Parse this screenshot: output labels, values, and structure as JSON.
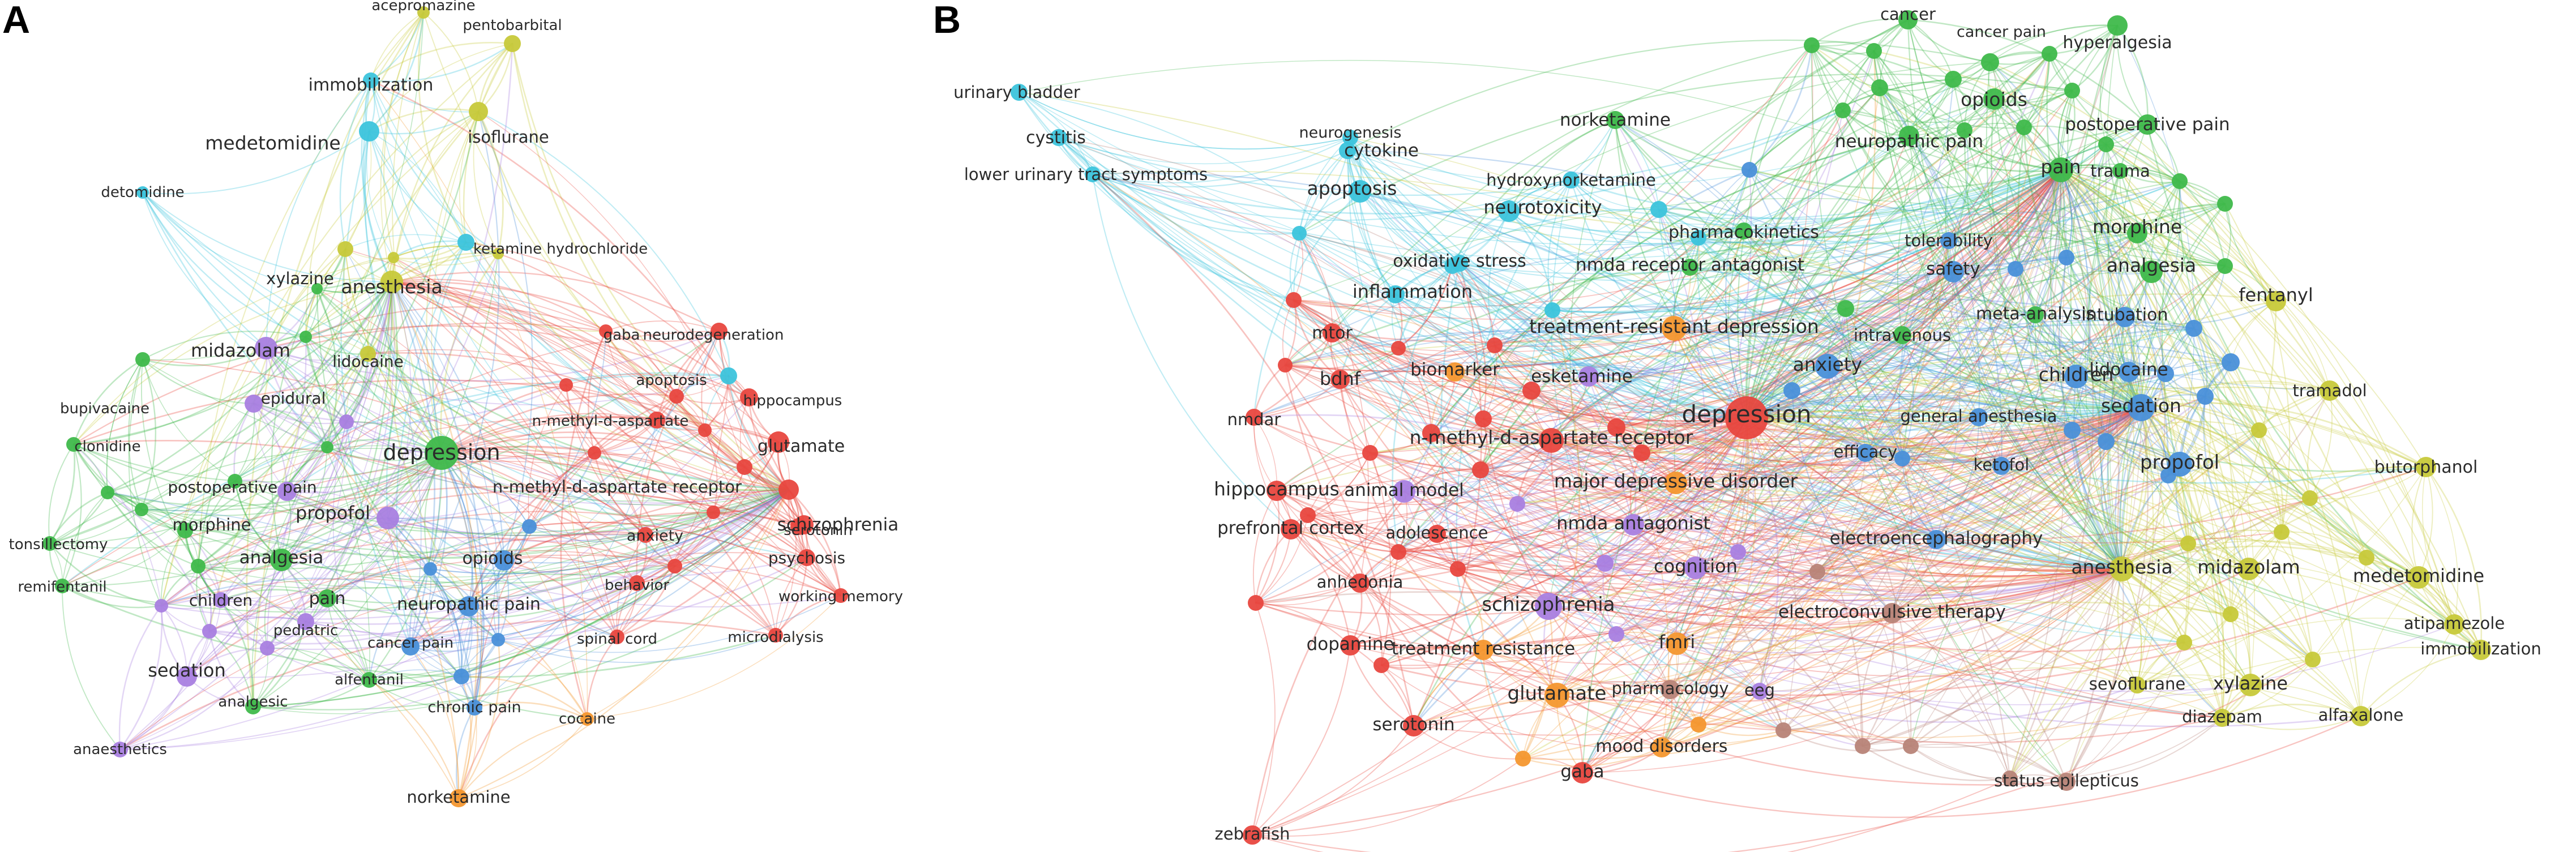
{
  "panels": [
    {
      "letter": "A",
      "nodes": [
        {
          "id": "acepromazine",
          "label": "acepromazine",
          "cluster": "yellow"
        },
        {
          "id": "pentobarbital",
          "label": "pentobarbital",
          "cluster": "yellow"
        },
        {
          "id": "immobilization",
          "label": "immobilization",
          "cluster": "cyan"
        },
        {
          "id": "medetomidine",
          "label": "medetomidine",
          "cluster": "cyan"
        },
        {
          "id": "isoflurane",
          "label": "isoflurane",
          "cluster": "yellow"
        },
        {
          "id": "detomidine",
          "label": "detomidine",
          "cluster": "cyan"
        },
        {
          "id": "ketamine_hcl",
          "label": "ketamine hydrochloride",
          "cluster": "cyan"
        },
        {
          "id": "xylazine",
          "label": "xylazine",
          "cluster": "yellow"
        },
        {
          "id": "anesthesia",
          "label": "anesthesia",
          "cluster": "yellow"
        },
        {
          "id": "midazolam",
          "label": "midazolam",
          "cluster": "purple"
        },
        {
          "id": "lidocaine",
          "label": "lidocaine",
          "cluster": "yellow"
        },
        {
          "id": "gaba",
          "label": "gaba",
          "cluster": "red"
        },
        {
          "id": "neurodegeneration",
          "label": "neurodegeneration",
          "cluster": "red"
        },
        {
          "id": "apoptosis",
          "label": "apoptosis",
          "cluster": "cyan"
        },
        {
          "id": "hippocampus",
          "label": "hippocampus",
          "cluster": "red"
        },
        {
          "id": "bupivacaine",
          "label": "bupivacaine",
          "cluster": "green"
        },
        {
          "id": "epidural",
          "label": "epidural",
          "cluster": "purple"
        },
        {
          "id": "clonidine",
          "label": "clonidine",
          "cluster": "green"
        },
        {
          "id": "depression",
          "label": "depression",
          "cluster": "green"
        },
        {
          "id": "nmda_asp",
          "label": "n-methyl-d-aspartate",
          "cluster": "red"
        },
        {
          "id": "glutamate",
          "label": "glutamate",
          "cluster": "red"
        },
        {
          "id": "nmda_rec",
          "label": "n-methyl-d-aspartate receptor",
          "cluster": "red"
        },
        {
          "id": "postop_pain",
          "label": "postoperative pain",
          "cluster": "purple"
        },
        {
          "id": "propofol",
          "label": "propofol",
          "cluster": "purple"
        },
        {
          "id": "serotonin",
          "label": "serotonin",
          "cluster": "red"
        },
        {
          "id": "schizophrenia",
          "label": "schizophrenia",
          "cluster": "red"
        },
        {
          "id": "tonsillectomy",
          "label": "tonsillectomy",
          "cluster": "green"
        },
        {
          "id": "morphine",
          "label": "morphine",
          "cluster": "green"
        },
        {
          "id": "anxiety",
          "label": "anxiety",
          "cluster": "red"
        },
        {
          "id": "remifentanil",
          "label": "remifentanil",
          "cluster": "green"
        },
        {
          "id": "analgesia",
          "label": "analgesia",
          "cluster": "green"
        },
        {
          "id": "opioids",
          "label": "opioids",
          "cluster": "blue"
        },
        {
          "id": "psychosis",
          "label": "psychosis",
          "cluster": "red"
        },
        {
          "id": "pain",
          "label": "pain",
          "cluster": "green"
        },
        {
          "id": "children",
          "label": "children",
          "cluster": "purple"
        },
        {
          "id": "neuropathic_pain",
          "label": "neuropathic pain",
          "cluster": "blue"
        },
        {
          "id": "behavior",
          "label": "behavior",
          "cluster": "red"
        },
        {
          "id": "working_memory",
          "label": "working memory",
          "cluster": "red"
        },
        {
          "id": "pediatric",
          "label": "pediatric",
          "cluster": "purple"
        },
        {
          "id": "cancer_pain",
          "label": "cancer pain",
          "cluster": "blue"
        },
        {
          "id": "sedation",
          "label": "sedation",
          "cluster": "purple"
        },
        {
          "id": "spinal_cord",
          "label": "spinal cord",
          "cluster": "red"
        },
        {
          "id": "microdialysis",
          "label": "microdialysis",
          "cluster": "red"
        },
        {
          "id": "alfentanil",
          "label": "alfentanil",
          "cluster": "green"
        },
        {
          "id": "analgesic",
          "label": "analgesic",
          "cluster": "green"
        },
        {
          "id": "chronic_pain",
          "label": "chronic pain",
          "cluster": "blue"
        },
        {
          "id": "cocaine",
          "label": "cocaine",
          "cluster": "orange"
        },
        {
          "id": "anaesthetics",
          "label": "anaesthetics",
          "cluster": "purple"
        },
        {
          "id": "norketamine",
          "label": "norketamine",
          "cluster": "orange"
        }
      ]
    },
    {
      "letter": "B",
      "nodes": [
        {
          "id": "urinary_bladder",
          "label": "urinary bladder",
          "cluster": "cyan"
        },
        {
          "id": "cystitis",
          "label": "cystitis",
          "cluster": "cyan"
        },
        {
          "id": "lower_uts",
          "label": "lower urinary tract symptoms",
          "cluster": "cyan"
        },
        {
          "id": "neurogenesis",
          "label": "neurogenesis",
          "cluster": "cyan"
        },
        {
          "id": "cytokine",
          "label": "cytokine",
          "cluster": "cyan"
        },
        {
          "id": "apoptosis",
          "label": "apoptosis",
          "cluster": "cyan"
        },
        {
          "id": "oxidative_stress",
          "label": "oxidative stress",
          "cluster": "cyan"
        },
        {
          "id": "inflammation",
          "label": "inflammation",
          "cluster": "cyan"
        },
        {
          "id": "norketamine",
          "label": "norketamine",
          "cluster": "green"
        },
        {
          "id": "hydroxynorketamine",
          "label": "hydroxynorketamine",
          "cluster": "cyan"
        },
        {
          "id": "neurotoxicity",
          "label": "neurotoxicity",
          "cluster": "cyan"
        },
        {
          "id": "cancer",
          "label": "cancer",
          "cluster": "green"
        },
        {
          "id": "cancer_pain",
          "label": "cancer pain",
          "cluster": "green"
        },
        {
          "id": "hyperalgesia",
          "label": "hyperalgesia",
          "cluster": "green"
        },
        {
          "id": "opioids",
          "label": "opioids",
          "cluster": "green"
        },
        {
          "id": "postop_pain",
          "label": "postoperative pain",
          "cluster": "green"
        },
        {
          "id": "neuropathic_pain",
          "label": "neuropathic pain",
          "cluster": "green"
        },
        {
          "id": "pain",
          "label": "pain",
          "cluster": "green"
        },
        {
          "id": "trauma",
          "label": "trauma",
          "cluster": "green"
        },
        {
          "id": "pharmacokinetics",
          "label": "pharmacokinetics",
          "cluster": "green"
        },
        {
          "id": "morphine",
          "label": "morphine",
          "cluster": "green"
        },
        {
          "id": "tolerability",
          "label": "tolerability",
          "cluster": "blue"
        },
        {
          "id": "safety",
          "label": "safety",
          "cluster": "blue"
        },
        {
          "id": "nmda_antagonist_top",
          "label": "nmda receptor antagonist",
          "cluster": "green"
        },
        {
          "id": "analgesia",
          "label": "analgesia",
          "cluster": "green"
        },
        {
          "id": "mtor",
          "label": "mtor",
          "cluster": "red"
        },
        {
          "id": "trd",
          "label": "treatment-resistant depression",
          "cluster": "orange"
        },
        {
          "id": "meta_analysis",
          "label": "meta-analysis",
          "cluster": "green"
        },
        {
          "id": "intravenous",
          "label": "intravenous",
          "cluster": "green"
        },
        {
          "id": "intubation",
          "label": "intubation",
          "cluster": "blue"
        },
        {
          "id": "fentanyl",
          "label": "fentanyl",
          "cluster": "yellow"
        },
        {
          "id": "bdnf",
          "label": "bdnf",
          "cluster": "red"
        },
        {
          "id": "biomarker",
          "label": "biomarker",
          "cluster": "orange"
        },
        {
          "id": "esketamine",
          "label": "esketamine",
          "cluster": "purple"
        },
        {
          "id": "anxiety",
          "label": "anxiety",
          "cluster": "blue"
        },
        {
          "id": "lidocaine",
          "label": "lidocaine",
          "cluster": "blue"
        },
        {
          "id": "children",
          "label": "children",
          "cluster": "blue"
        },
        {
          "id": "depression",
          "label": "depression",
          "cluster": "red"
        },
        {
          "id": "nmdar",
          "label": "nmdar",
          "cluster": "red"
        },
        {
          "id": "general_anesthesia",
          "label": "general anesthesia",
          "cluster": "blue"
        },
        {
          "id": "sedation",
          "label": "sedation",
          "cluster": "blue"
        },
        {
          "id": "tramadol",
          "label": "tramadol",
          "cluster": "yellow"
        },
        {
          "id": "nmda_rec",
          "label": "n-methyl-d-aspartate receptor",
          "cluster": "red"
        },
        {
          "id": "efficacy",
          "label": "efficacy",
          "cluster": "blue"
        },
        {
          "id": "hippocampus",
          "label": "hippocampus",
          "cluster": "red"
        },
        {
          "id": "animal_model",
          "label": "animal model",
          "cluster": "purple"
        },
        {
          "id": "mdd",
          "label": "major depressive disorder",
          "cluster": "orange"
        },
        {
          "id": "ketofol",
          "label": "ketofol",
          "cluster": "blue"
        },
        {
          "id": "propofol",
          "label": "propofol",
          "cluster": "blue"
        },
        {
          "id": "butorphanol",
          "label": "butorphanol",
          "cluster": "yellow"
        },
        {
          "id": "prefrontal_cortex",
          "label": "prefrontal cortex",
          "cluster": "red"
        },
        {
          "id": "adolescence",
          "label": "adolescence",
          "cluster": "red"
        },
        {
          "id": "nmda_antagonist",
          "label": "nmda antagonist",
          "cluster": "purple"
        },
        {
          "id": "eeg_graphy",
          "label": "electroencephalography",
          "cluster": "blue"
        },
        {
          "id": "anhedonia",
          "label": "anhedonia",
          "cluster": "red"
        },
        {
          "id": "cognition",
          "label": "cognition",
          "cluster": "purple"
        },
        {
          "id": "anesthesia",
          "label": "anesthesia",
          "cluster": "yellow"
        },
        {
          "id": "midazolam",
          "label": "midazolam",
          "cluster": "yellow"
        },
        {
          "id": "medetomidine",
          "label": "medetomidine",
          "cluster": "yellow"
        },
        {
          "id": "schizophrenia",
          "label": "schizophrenia",
          "cluster": "purple"
        },
        {
          "id": "ect",
          "label": "electroconvulsive therapy",
          "cluster": "brown"
        },
        {
          "id": "atipamezole",
          "label": "atipamezole",
          "cluster": "yellow"
        },
        {
          "id": "immobilization",
          "label": "immobilization",
          "cluster": "yellow"
        },
        {
          "id": "dopamine",
          "label": "dopamine",
          "cluster": "red"
        },
        {
          "id": "fmri",
          "label": "fmri",
          "cluster": "orange"
        },
        {
          "id": "treatment_resistance",
          "label": "treatment resistance",
          "cluster": "orange"
        },
        {
          "id": "glutamate",
          "label": "glutamate",
          "cluster": "orange"
        },
        {
          "id": "pharmacology",
          "label": "pharmacology",
          "cluster": "brown"
        },
        {
          "id": "eeg",
          "label": "eeg",
          "cluster": "purple"
        },
        {
          "id": "sevoflurane",
          "label": "sevoflurane",
          "cluster": "yellow"
        },
        {
          "id": "xylazine",
          "label": "xylazine",
          "cluster": "yellow"
        },
        {
          "id": "diazepam",
          "label": "diazepam",
          "cluster": "yellow"
        },
        {
          "id": "alfaxalone",
          "label": "alfaxalone",
          "cluster": "yellow"
        },
        {
          "id": "serotonin",
          "label": "serotonin",
          "cluster": "red"
        },
        {
          "id": "mood_disorders",
          "label": "mood disorders",
          "cluster": "orange"
        },
        {
          "id": "gaba",
          "label": "gaba",
          "cluster": "red"
        },
        {
          "id": "status_epilepticus",
          "label": "status epilepticus",
          "cluster": "brown"
        },
        {
          "id": "zebrafish",
          "label": "zebrafish",
          "cluster": "red"
        }
      ]
    }
  ],
  "cluster_colors": {
    "red": "#e8473f",
    "green": "#3fb94b",
    "blue": "#4a90d9",
    "yellow": "#c7c93a",
    "purple": "#a97fe0",
    "cyan": "#3cc4dc",
    "orange": "#f4972f",
    "brown": "#b88478"
  }
}
